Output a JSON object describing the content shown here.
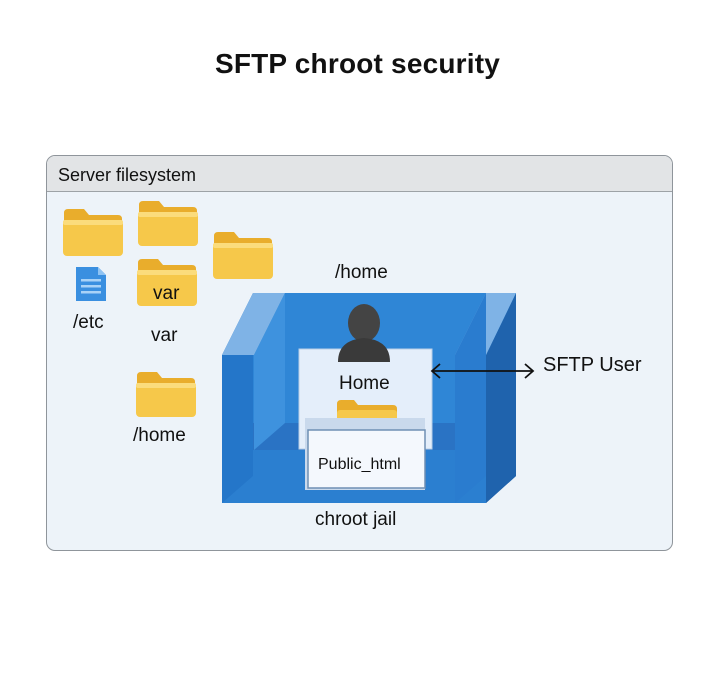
{
  "title": "SFTP chroot security",
  "panel": {
    "title": "Server filesystem"
  },
  "folders": {
    "var_folder_label": "var",
    "etc_label": "/etc",
    "var_label": "var",
    "home_label": "/home"
  },
  "jail": {
    "home_path_label": "/home",
    "home_label": "Home",
    "public_html_label": "Public_html",
    "jail_label": "chroot jail"
  },
  "user": {
    "label": "SFTP User"
  },
  "colors": {
    "folder": "#f5c542",
    "jail_blue": "#2b7fd0",
    "jail_dark": "#1f5fa8",
    "file_icon": "#3a8fe0"
  }
}
